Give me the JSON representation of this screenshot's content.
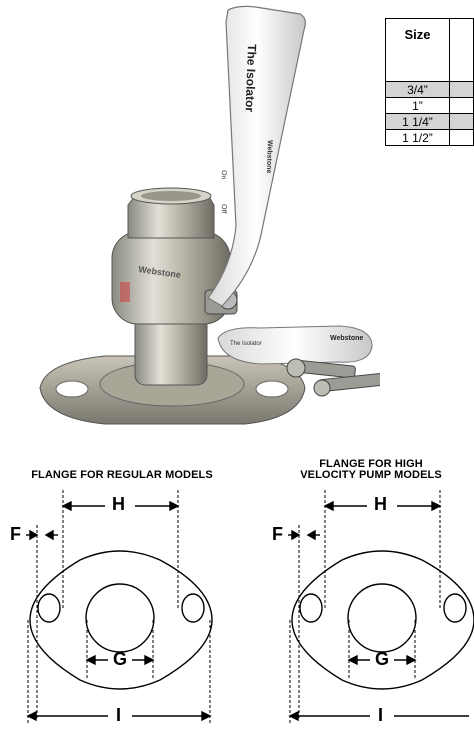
{
  "table": {
    "header": "Size",
    "rows": [
      "3/4”",
      "1”",
      "1 1/4”",
      "1 1/2”"
    ]
  },
  "valve_handle": {
    "brand_text": "The Isolator",
    "maker_text": "Webstone",
    "on_text": "On",
    "off_text": "Off",
    "body_text": "Webstone"
  },
  "tag": {
    "line1": "The Isolator",
    "brand": "Webstone"
  },
  "flange_regular": {
    "caption": "FLANGE FOR REGULAR MODELS",
    "dims": {
      "F": "F",
      "H": "H",
      "G": "G",
      "I": "I"
    }
  },
  "flange_high": {
    "caption_line1": "FLANGE FOR HIGH",
    "caption_line2": "VELOCITY PUMP MODELS",
    "dims": {
      "F": "F",
      "H": "H",
      "G": "G",
      "I": "I"
    }
  }
}
